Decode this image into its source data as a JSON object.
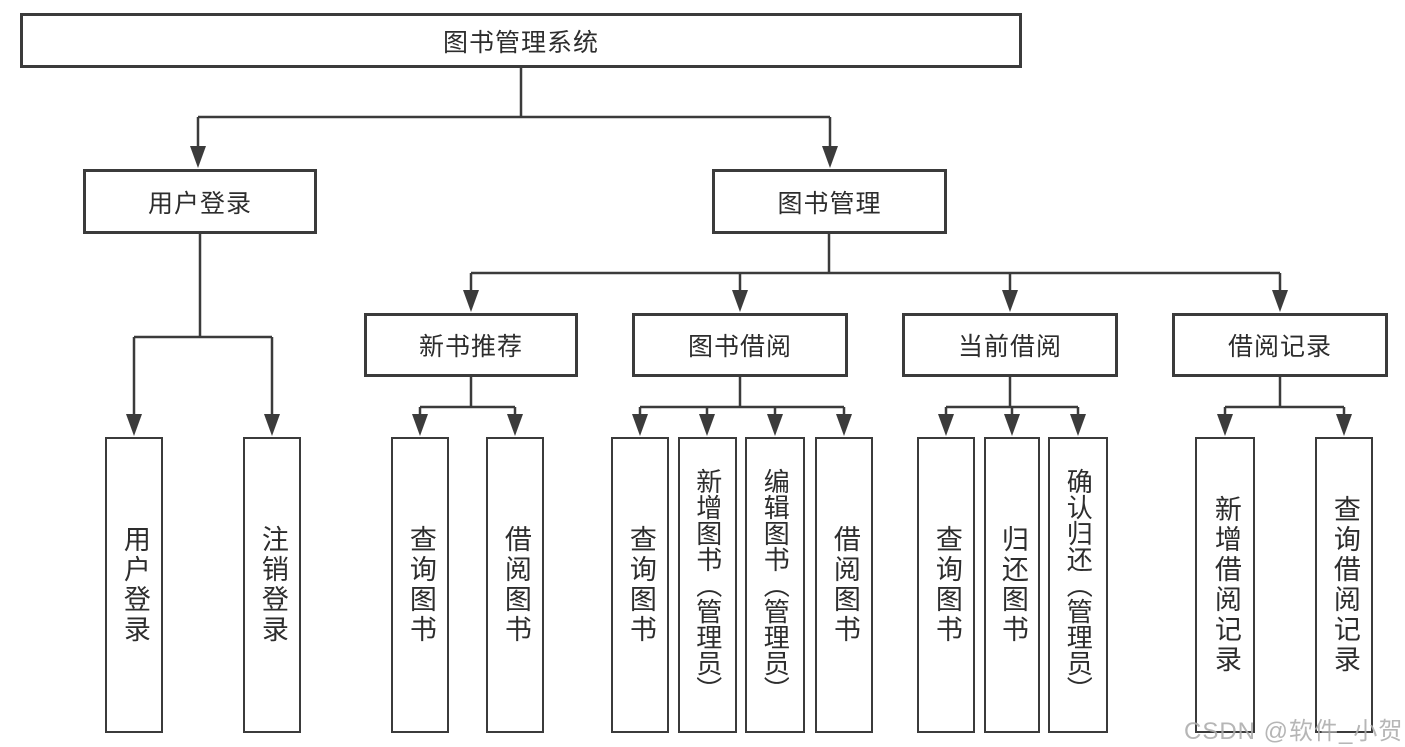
{
  "tree": {
    "root": {
      "label": "图书管理系统"
    },
    "children": [
      {
        "label": "用户登录",
        "children": [
          {
            "label": "用户登录"
          },
          {
            "label": "注销登录"
          }
        ]
      },
      {
        "label": "图书管理",
        "children": [
          {
            "label": "新书推荐",
            "children": [
              {
                "label": "查询图书"
              },
              {
                "label": "借阅图书"
              }
            ]
          },
          {
            "label": "图书借阅",
            "children": [
              {
                "label": "查询图书"
              },
              {
                "label": "新增图书（管理员）"
              },
              {
                "label": "编辑图书（管理员）"
              },
              {
                "label": "借阅图书"
              }
            ]
          },
          {
            "label": "当前借阅",
            "children": [
              {
                "label": "查询图书"
              },
              {
                "label": "归还图书"
              },
              {
                "label": "确认归还（管理员）"
              }
            ]
          },
          {
            "label": "借阅记录",
            "children": [
              {
                "label": "新增借阅记录"
              },
              {
                "label": "查询借阅记录"
              }
            ]
          }
        ]
      }
    ]
  },
  "watermark": {
    "text": "CSDN @软件_小贺同学"
  },
  "colors": {
    "line": "#3b3b3b",
    "box_border": "#3b3b3b",
    "text": "#2d2d2d",
    "box_background": "#ffffff",
    "page_background": "#ffffff",
    "watermark": "#acacac"
  }
}
